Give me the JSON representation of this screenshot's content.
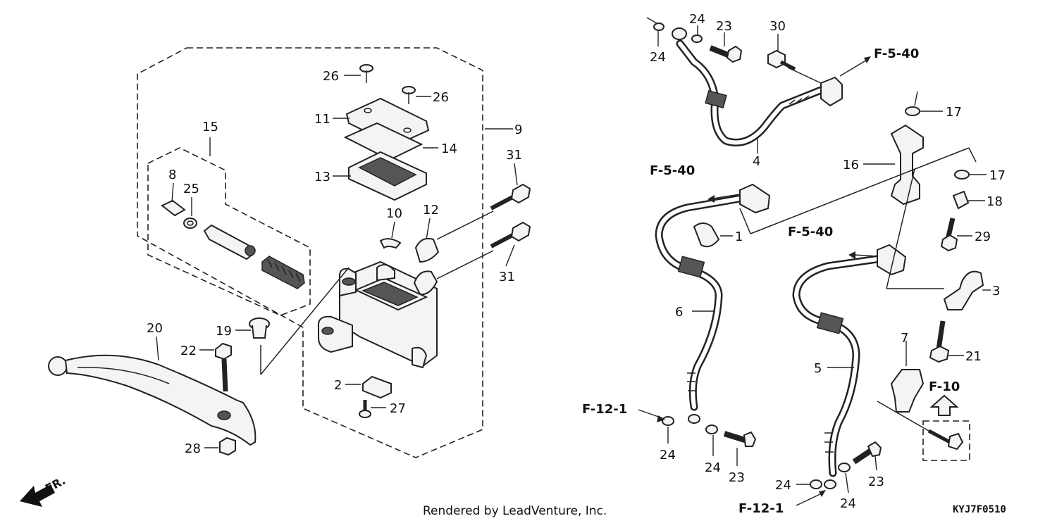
{
  "labels": {
    "p26a": "26",
    "p26b": "26",
    "p11": "11",
    "p14": "14",
    "p13": "13",
    "p9": "9",
    "p15": "15",
    "p8": "8",
    "p25": "25",
    "p10": "10",
    "p12": "12",
    "p31a": "31",
    "p31b": "31",
    "p20": "20",
    "p19": "19",
    "p22": "22",
    "p2": "2",
    "p27": "27",
    "p28": "28",
    "p24a": "24",
    "p24b": "24",
    "p23a": "23",
    "p30": "30",
    "p4": "4",
    "p17a": "17",
    "p16": "16",
    "p17b": "17",
    "p18": "18",
    "p1": "1",
    "p29": "29",
    "p3": "3",
    "p6": "6",
    "p7": "7",
    "p21": "21",
    "p5": "5",
    "p24c": "24",
    "p24d": "24",
    "p23b": "23",
    "p24e": "24",
    "p24f": "24",
    "p23c": "23"
  },
  "refs": {
    "f540a": "F-5-40",
    "f540b": "F-5-40",
    "f540c": "F-5-40",
    "f121a": "F-12-1",
    "f121b": "F-12-1",
    "f10": "F-10"
  },
  "footer": {
    "credit": "Rendered by LeadVenture, Inc.",
    "code": "KYJ7F0510"
  },
  "direction": {
    "fr": "FR."
  }
}
